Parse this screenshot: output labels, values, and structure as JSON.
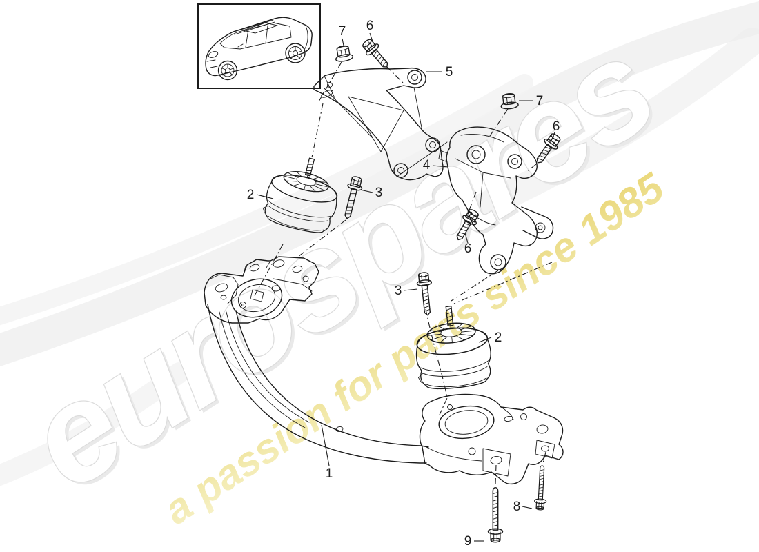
{
  "watermark": {
    "brand": "eurospares",
    "tagline": "a passion for parts since 1985",
    "brand_fill": "#ffffff",
    "brand_shadow": "#e9e9e9",
    "brand_outline": "#dcdcdc",
    "tagline_color_start": "#f7f2c6",
    "tagline_color_end": "#e8d46c"
  },
  "diagram": {
    "line_color": "#1b1b1b",
    "callouts": [
      {
        "num": "7"
      },
      {
        "num": "6"
      },
      {
        "num": "5"
      },
      {
        "num": "7"
      },
      {
        "num": "6"
      },
      {
        "num": "2"
      },
      {
        "num": "3"
      },
      {
        "num": "4"
      },
      {
        "num": "6"
      },
      {
        "num": "3"
      },
      {
        "num": "2"
      },
      {
        "num": "1"
      },
      {
        "num": "8"
      },
      {
        "num": "9"
      }
    ]
  }
}
